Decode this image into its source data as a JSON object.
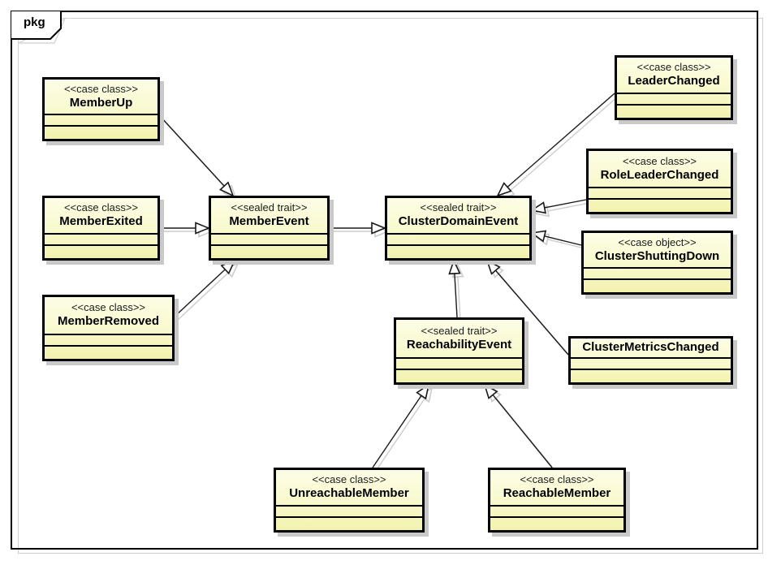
{
  "frame": {
    "tab_label": "pkg"
  },
  "colors": {
    "box_fill_top": "#fdfde6",
    "box_fill_bottom": "#f2f2ae",
    "box_border": "#000000",
    "shadow": "#c9c9c9",
    "line": "#1a1a1a"
  },
  "diagram": {
    "classes": [
      {
        "id": "MemberUp",
        "stereotype": "<<case class>>",
        "name": "MemberUp"
      },
      {
        "id": "MemberExited",
        "stereotype": "<<case class>>",
        "name": "MemberExited"
      },
      {
        "id": "MemberRemoved",
        "stereotype": "<<case class>>",
        "name": "MemberRemoved"
      },
      {
        "id": "MemberEvent",
        "stereotype": "<<sealed trait>>",
        "name": "MemberEvent"
      },
      {
        "id": "ClusterDomainEvent",
        "stereotype": "<<sealed trait>>",
        "name": "ClusterDomainEvent"
      },
      {
        "id": "LeaderChanged",
        "stereotype": "<<case class>>",
        "name": "LeaderChanged"
      },
      {
        "id": "RoleLeaderChanged",
        "stereotype": "<<case class>>",
        "name": "RoleLeaderChanged"
      },
      {
        "id": "ClusterShuttingDown",
        "stereotype": "<<case object>>",
        "name": "ClusterShuttingDown"
      },
      {
        "id": "ClusterMetricsChanged",
        "stereotype": null,
        "name": "ClusterMetricsChanged"
      },
      {
        "id": "ReachabilityEvent",
        "stereotype": "<<sealed trait>>",
        "name": "ReachabilityEvent"
      },
      {
        "id": "UnreachableMember",
        "stereotype": "<<case class>>",
        "name": "UnreachableMember"
      },
      {
        "id": "ReachableMember",
        "stereotype": "<<case class>>",
        "name": "ReachableMember"
      }
    ],
    "edges": [
      {
        "from": "MemberUp",
        "to": "MemberEvent",
        "type": "generalization"
      },
      {
        "from": "MemberExited",
        "to": "MemberEvent",
        "type": "generalization"
      },
      {
        "from": "MemberRemoved",
        "to": "MemberEvent",
        "type": "generalization"
      },
      {
        "from": "MemberEvent",
        "to": "ClusterDomainEvent",
        "type": "generalization"
      },
      {
        "from": "LeaderChanged",
        "to": "ClusterDomainEvent",
        "type": "generalization"
      },
      {
        "from": "RoleLeaderChanged",
        "to": "ClusterDomainEvent",
        "type": "generalization"
      },
      {
        "from": "ClusterShuttingDown",
        "to": "ClusterDomainEvent",
        "type": "generalization"
      },
      {
        "from": "ClusterMetricsChanged",
        "to": "ClusterDomainEvent",
        "type": "generalization"
      },
      {
        "from": "ReachabilityEvent",
        "to": "ClusterDomainEvent",
        "type": "generalization"
      },
      {
        "from": "UnreachableMember",
        "to": "ReachabilityEvent",
        "type": "generalization"
      },
      {
        "from": "ReachableMember",
        "to": "ReachabilityEvent",
        "type": "generalization"
      }
    ]
  }
}
